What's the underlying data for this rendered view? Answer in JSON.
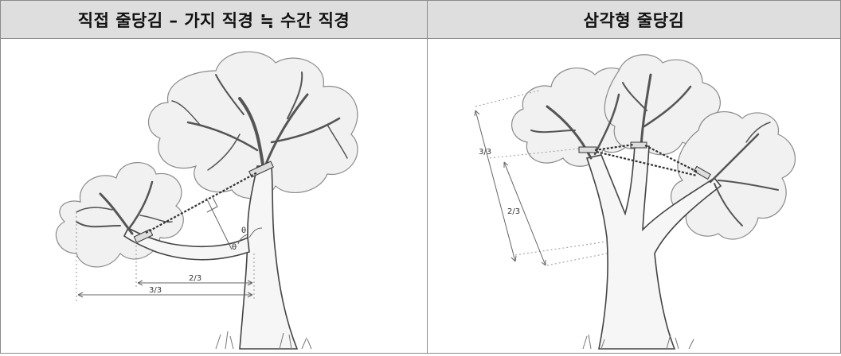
{
  "panels": [
    {
      "title": "직접 줄당김 – 가지 직경 ≒ 수간 직경",
      "labels": {
        "two_thirds": "2/3",
        "three_thirds": "3/3",
        "theta": "θ"
      }
    },
    {
      "title": "삼각형 줄당김",
      "labels": {
        "three_thirds": "3/3",
        "two_thirds": "2/3"
      }
    }
  ]
}
